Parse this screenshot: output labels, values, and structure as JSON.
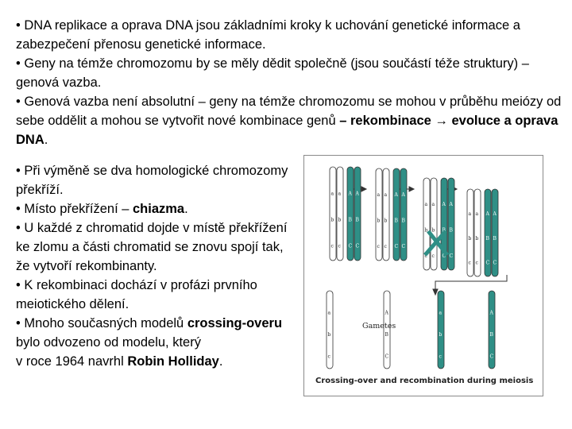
{
  "top_bullets": [
    {
      "text": "• DNA replikace a oprava DNA jsou základními kroky k uchování genetické informace a zabezpečení přenosu genetické informace."
    },
    {
      "text": "• Geny na témže chromozomu by se měly dědit společně (jsou součástí téže struktury) – genová vazba."
    },
    {
      "pre": "• Genová vazba není absolutní – geny na témže chromozomu se mohou v průběhu meiózy od sebe oddělit a mohou se vytvořit nové kombinace genů ",
      "bold": "– rekombinace → evoluce a oprava DNA",
      "post": "."
    }
  ],
  "left_bullets": [
    {
      "pre": "• Při výměně se dva homologické chromozomy překříží."
    },
    {
      "pre": "• Místo překřížení – ",
      "bold": "chiazma",
      "post": "."
    },
    {
      "pre": "• U každé z chromatid dojde v místě překřížení ke zlomu a části chromatid se znovu spojí tak, že vytvoří rekombinanty."
    },
    {
      "pre": "• K rekombinaci dochází v profázi prvního meiotického dělení."
    },
    {
      "pre": "• Mnoho současných modelů ",
      "bold": "crossing-overu",
      "post": " bylo odvozeno od modelu, který"
    },
    {
      "pre": "v roce 1964 navrhl ",
      "bold": "Robin Holliday",
      "post": "."
    }
  ],
  "figure": {
    "gametes_label": "Gametes",
    "caption": "Crossing-over and recombination during meiosis",
    "allele_labels": {
      "lower": [
        "a",
        "b",
        "c"
      ],
      "upper": [
        "A",
        "B",
        "C"
      ]
    },
    "colors": {
      "light": "#ffffff",
      "dark": "#2f8f86",
      "outline": "#333333"
    }
  }
}
